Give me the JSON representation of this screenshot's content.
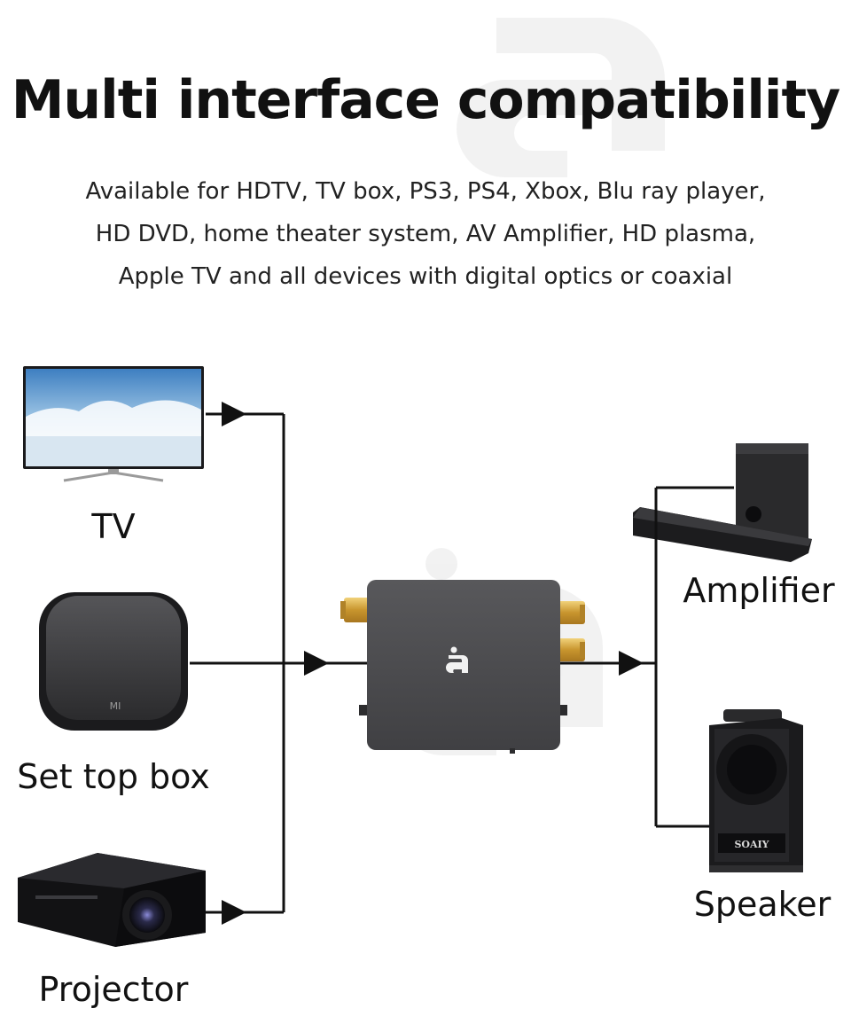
{
  "header": {
    "title": "Multi interface compatibility",
    "description": [
      "Available for HDTV, TV box, PS3, PS4, Xbox, Blu ray player,",
      "HD DVD, home theater system, AV Amplifier, HD plasma,",
      "Apple TV and all devices with digital optics or coaxial"
    ]
  },
  "inputs": {
    "tv": "TV",
    "set_top_box": "Set top box",
    "projector": "Projector"
  },
  "outputs": {
    "amplifier": "Amplifier",
    "speaker": "Speaker"
  },
  "device_labels": {
    "set_top_box_brand": "MI",
    "speaker_brand": "SOAIY"
  },
  "colors": {
    "line": "#111111",
    "converter_body": "#4a4a4c",
    "connector_gold": "#d4a83a"
  },
  "icons": {
    "converter_logo": "brand-logo-icon",
    "arrow": "arrow-right-icon"
  }
}
